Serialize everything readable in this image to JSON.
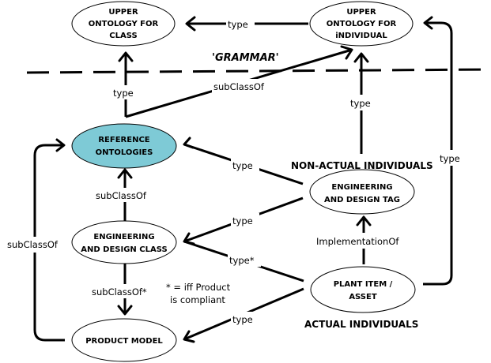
{
  "diagram": {
    "grammar_label": "'GRAMMAR'",
    "section_labels": {
      "non_actual": "NON-ACTUAL INDIVIDUALS",
      "actual": "ACTUAL INDIVIDUALS"
    },
    "note": {
      "line1": "* = iff Product",
      "line2": "is compliant"
    },
    "colors": {
      "reference_fill": "#7ecad6",
      "node_fill": "#ffffff",
      "stroke": "#000000"
    },
    "nodes": {
      "upper_class": {
        "lines": [
          "UPPER",
          "ONTOLOGY FOR",
          "CLASS"
        ]
      },
      "upper_individual": {
        "lines": [
          "UPPER",
          "ONTOLOGY FOR",
          "iNDIVIDUAL"
        ]
      },
      "reference": {
        "lines": [
          "REFERENCE",
          "ONTOLOGIES"
        ]
      },
      "eng_class": {
        "lines": [
          "ENGINEERING",
          "AND DESIGN CLASS"
        ]
      },
      "product_model": {
        "lines": [
          "PRODUCT MODEL"
        ]
      },
      "eng_tag": {
        "lines": [
          "ENGINEERING",
          "AND DESIGN TAG"
        ]
      },
      "plant_item": {
        "lines": [
          "PLANT ITEM /",
          "ASSET"
        ]
      }
    },
    "edges": {
      "upper_ind_to_upper_class": "type",
      "reference_to_upper_class": "type",
      "reference_to_upper_ind": "subClassOf",
      "tag_to_upper_ind": "type",
      "plant_to_upper_ind": "type",
      "tag_to_reference": "type",
      "tag_to_eng_class": "type",
      "plant_to_eng_class": "type*",
      "eng_class_to_reference": "subClassOf",
      "product_to_eng_class": "subClassOf*",
      "product_to_reference": "subClassOf",
      "plant_to_tag": "ImplementationOf",
      "plant_to_product": "type"
    }
  }
}
